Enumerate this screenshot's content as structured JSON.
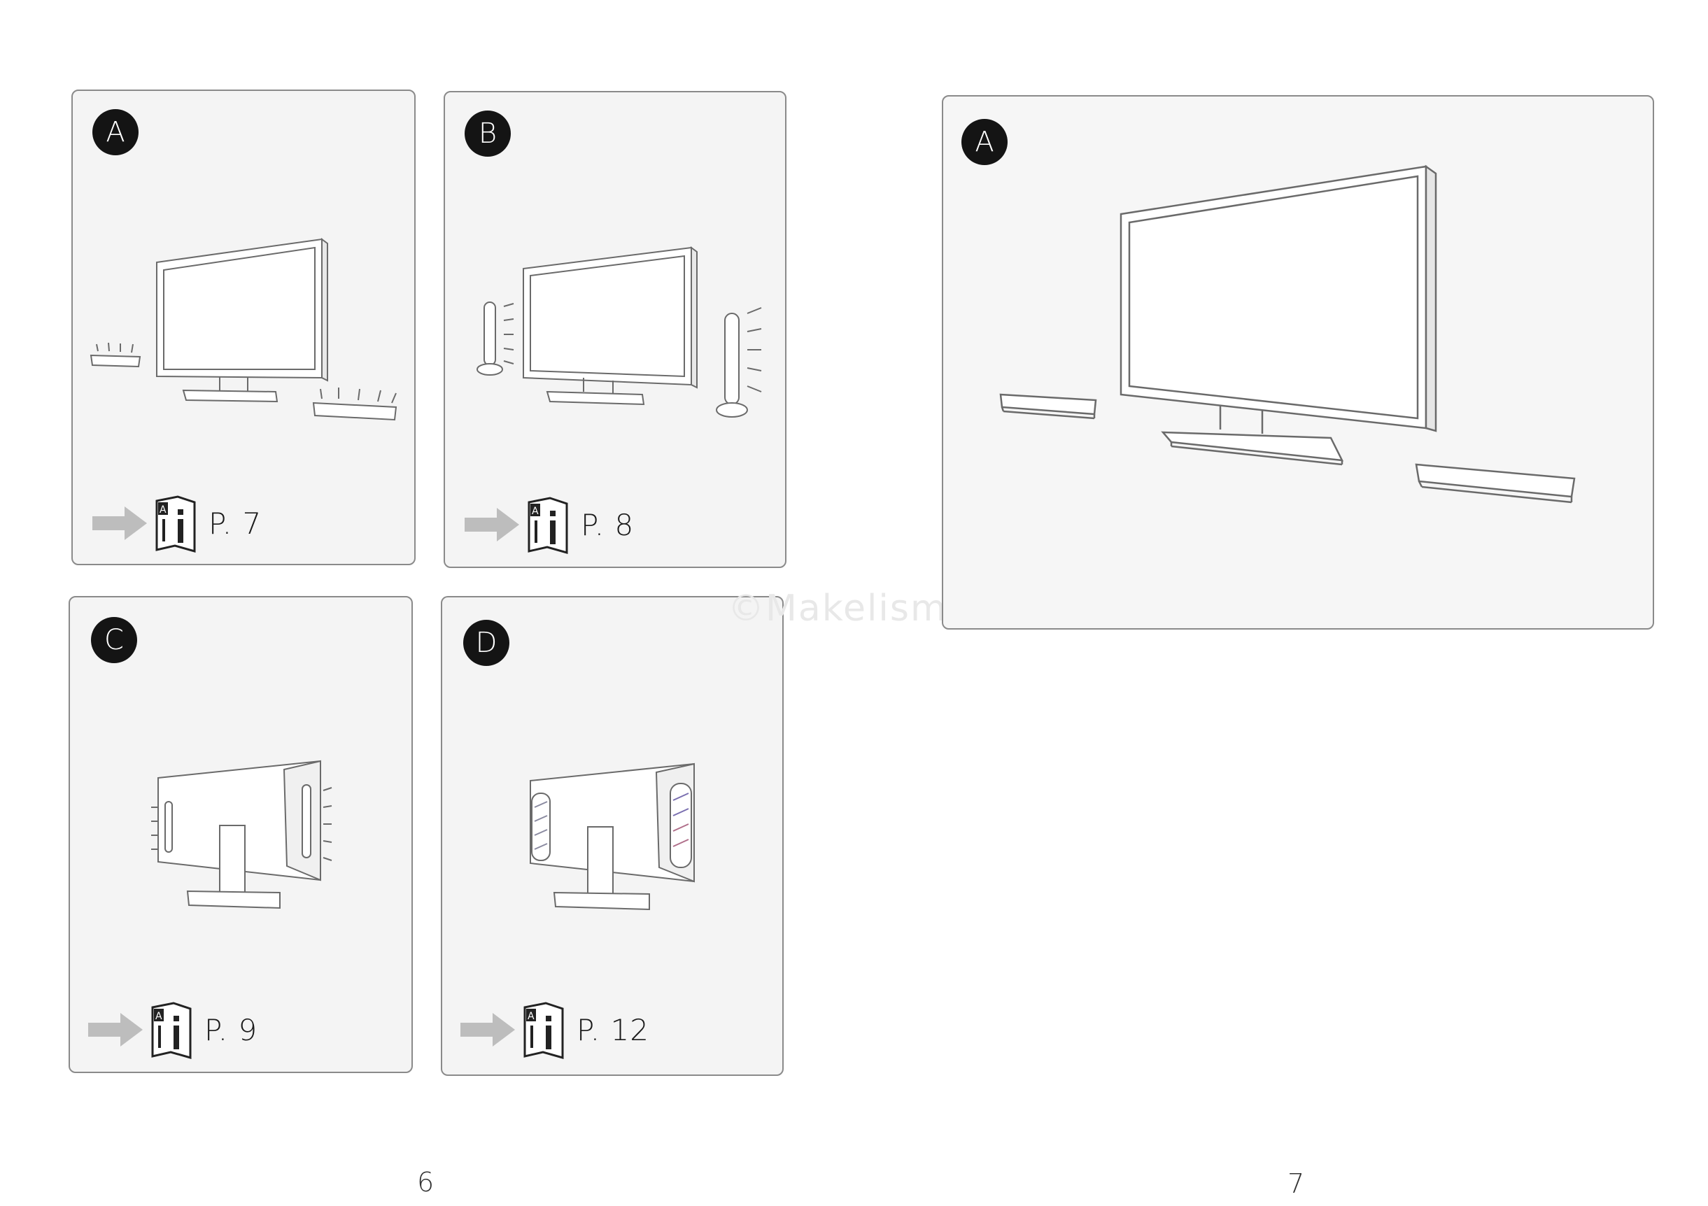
{
  "page_left": {
    "panels": [
      {
        "badge": "A",
        "ref": "P. 7"
      },
      {
        "badge": "B",
        "ref": "P. 8"
      },
      {
        "badge": "C",
        "ref": "P. 9"
      },
      {
        "badge": "D",
        "ref": "P. 12"
      }
    ],
    "page_number": "6"
  },
  "page_right": {
    "panel": {
      "badge": "A"
    },
    "page_number": "7"
  },
  "icons": {
    "arrow": "arrow-right-icon",
    "manual": "manual-book-icon",
    "manual_letter": "A",
    "tv": "tv-icon",
    "speaker": "speaker-icon"
  },
  "watermark": "©Makelism",
  "colors": {
    "badge": "#141414",
    "panel": "#f4f4f4",
    "arrow": "#bdbdbd",
    "line": "#6a6a6a"
  }
}
